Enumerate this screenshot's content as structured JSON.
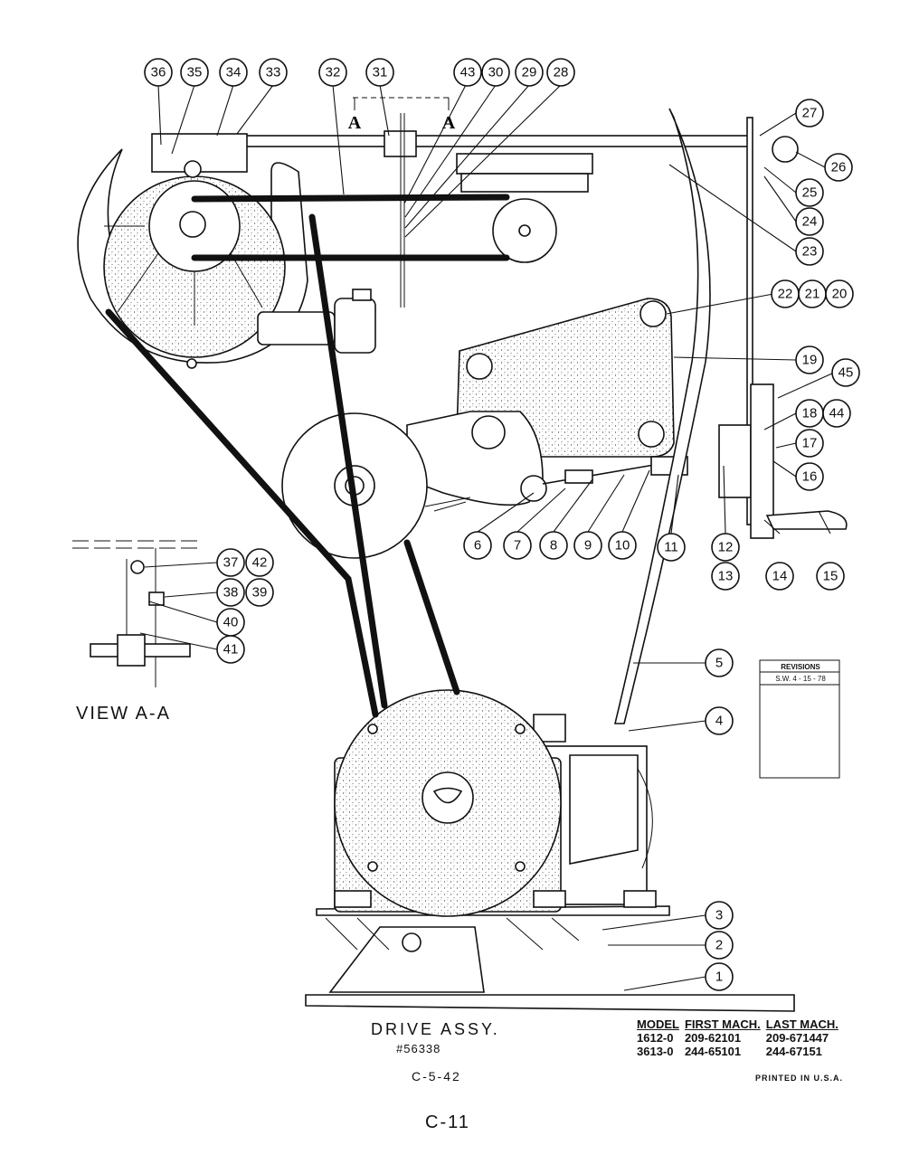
{
  "diagram": {
    "view_label": "VIEW A-A",
    "section_marks": [
      "A",
      "A"
    ],
    "callouts": [
      "1",
      "2",
      "3",
      "4",
      "5",
      "6",
      "7",
      "8",
      "9",
      "10",
      "11",
      "12",
      "13",
      "14",
      "15",
      "16",
      "17",
      "18",
      "44",
      "45",
      "19",
      "22",
      "21",
      "20",
      "23",
      "24",
      "25",
      "26",
      "27",
      "28",
      "29",
      "30",
      "43",
      "31",
      "32",
      "33",
      "34",
      "35",
      "36",
      "37",
      "42",
      "38",
      "39",
      "40",
      "41"
    ]
  },
  "revisions": {
    "heading": "REVISIONS",
    "entry": "S.W. 4 - 15 - 78"
  },
  "title_block": {
    "title": "DRIVE ASSY.",
    "part_number": "#56338",
    "drawing_number": "C-5-42",
    "page_number": "C-11",
    "printed": "PRINTED IN U.S.A."
  },
  "model_table": {
    "headers": [
      "MODEL",
      "FIRST MACH.",
      "LAST MACH."
    ],
    "rows": [
      [
        "1612-0",
        "209-62101",
        "209-671447"
      ],
      [
        "3613-0",
        "244-65101",
        "244-67151"
      ]
    ]
  }
}
